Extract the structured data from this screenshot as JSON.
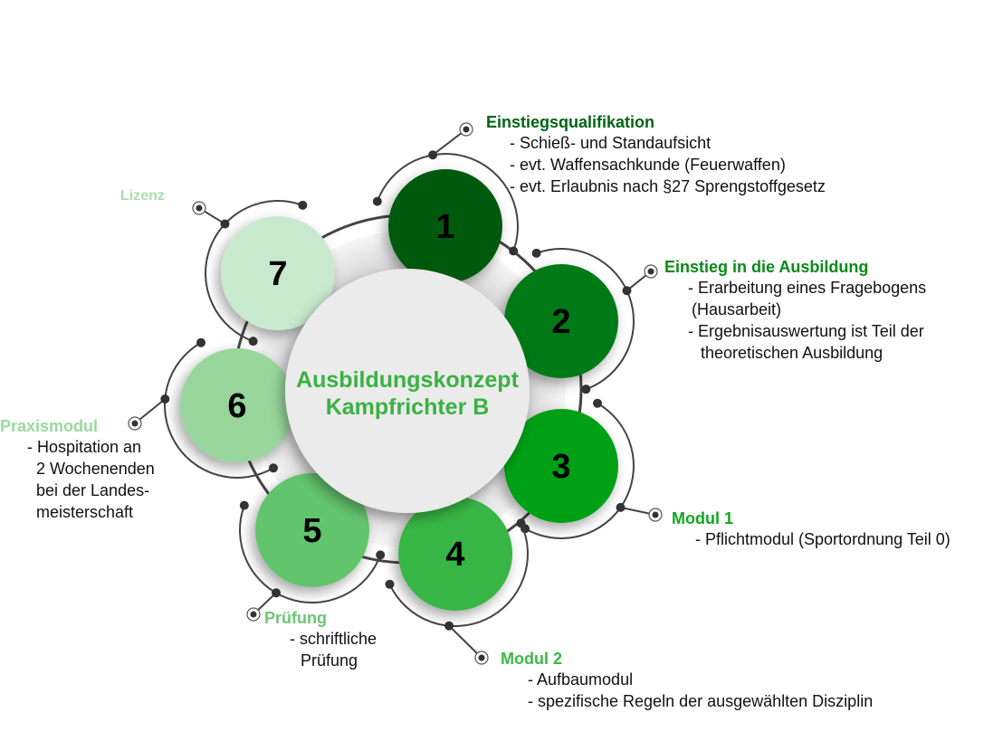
{
  "center": {
    "line1": "Ausbildungskonzept",
    "line2": "Kampfrichter B",
    "color": "#3bb143"
  },
  "steps": [
    {
      "number": "1",
      "color": "#005a0f",
      "title": "Einstiegsqualifikation",
      "title_color": "#006414",
      "lines": [
        "- Schieß- und Standaufsicht",
        "- evt. Waffensachkunde (Feuerwaffen)",
        "- evt. Erlaubnis nach §27 Sprengstoffgesetz"
      ]
    },
    {
      "number": "2",
      "color": "#067a14",
      "title": "Einstieg in die Ausbildung",
      "title_color": "#0a8a19",
      "lines": [
        "- Erarbeitung eines Fragebogens",
        " (Hausarbeit)",
        "- Ergebnisauswertung ist Teil der",
        "  theoretischen Ausbildung"
      ]
    },
    {
      "number": "3",
      "color": "#02a016",
      "title": "Modul 1",
      "title_color": "#10a820",
      "lines": [
        "- Pflichtmodul (Sportordnung Teil 0)"
      ]
    },
    {
      "number": "4",
      "color": "#37b644",
      "title": "Modul 2",
      "title_color": "#3cb846",
      "lines": [
        "- Aufbaumodul",
        "- spezifische Regeln der ausgewählten Disziplin"
      ]
    },
    {
      "number": "5",
      "color": "#64c46e",
      "title": "Prüfung",
      "title_color": "#6bc874",
      "lines": [
        "- schriftliche",
        "  Prüfung"
      ]
    },
    {
      "number": "6",
      "color": "#98d69c",
      "title": "Praxismodul",
      "title_color": "#9ad8a0",
      "lines": [
        "- Hospitation an",
        "  2 Wochenenden",
        "  bei der Landes-",
        "  meisterschaft"
      ]
    },
    {
      "number": "7",
      "color": "#c8e9cd",
      "title": "Lizenz",
      "title_color": "#a8dfb0",
      "lines": []
    }
  ]
}
